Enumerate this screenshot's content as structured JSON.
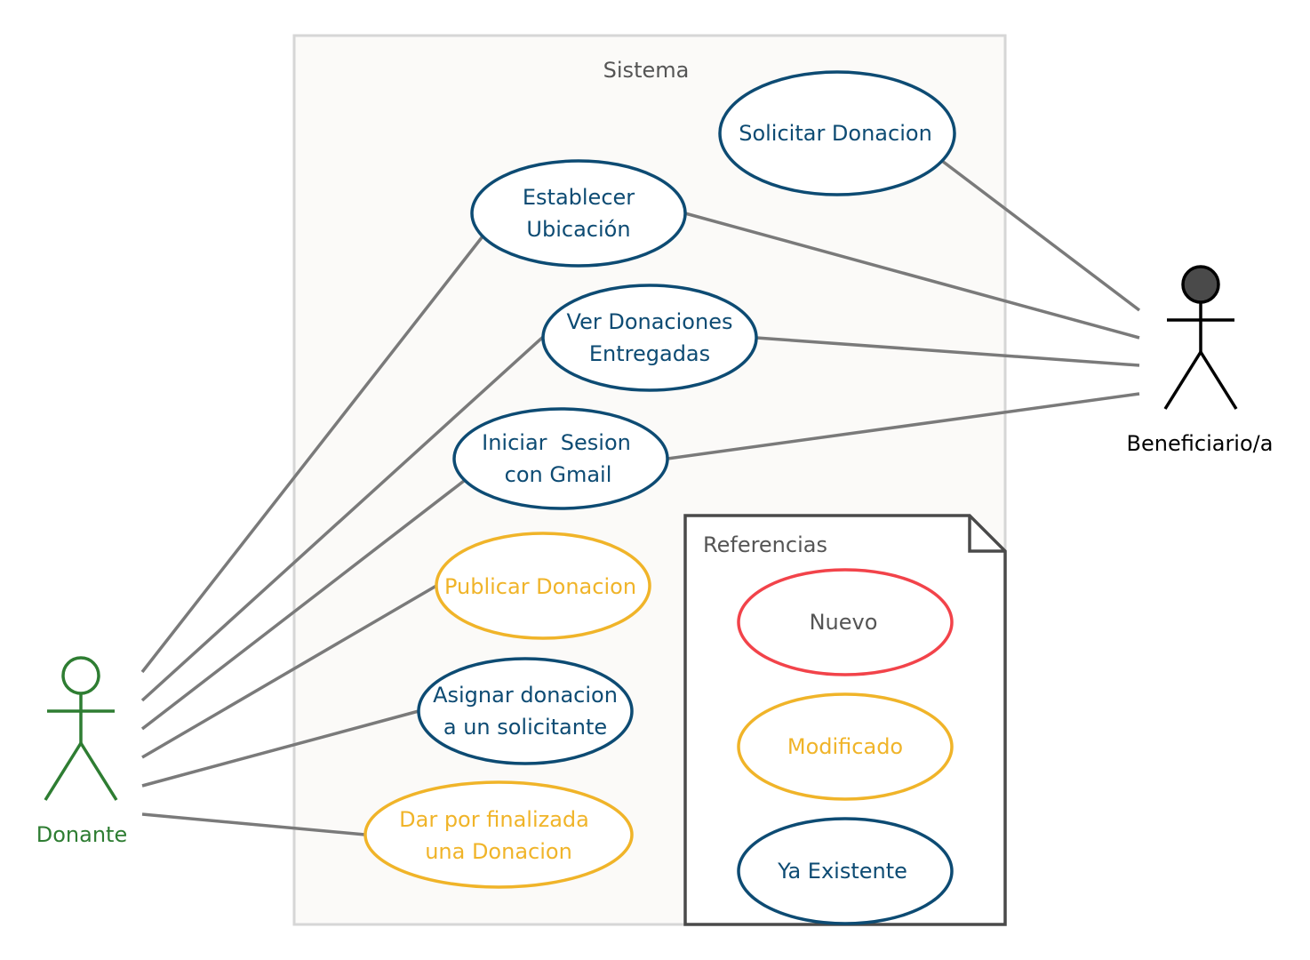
{
  "system": {
    "title": "Sistema"
  },
  "colors": {
    "existing": "#0d4b73",
    "modified": "#f0b429",
    "new": "#f2434a",
    "donante": "#2e7d32",
    "beneficiario": "#000000",
    "association": "#7a7a7a"
  },
  "actors": {
    "donante": {
      "label": "Donante",
      "icon": "stick-figure-icon"
    },
    "beneficiario": {
      "label": "Beneficiario/a",
      "icon": "stick-figure-icon"
    }
  },
  "use_cases": {
    "solicitar_donacion": {
      "lines": [
        "Solicitar Donacion"
      ],
      "status": "existing"
    },
    "establecer_ubicacion": {
      "lines": [
        "Establecer",
        "Ubicación"
      ],
      "status": "existing"
    },
    "ver_donaciones": {
      "lines": [
        "Ver Donaciones",
        "Entregadas"
      ],
      "status": "existing"
    },
    "iniciar_sesion": {
      "lines": [
        "Iniciar  Sesion",
        "con Gmail"
      ],
      "status": "existing"
    },
    "publicar_donacion": {
      "lines": [
        "Publicar Donacion"
      ],
      "status": "modified"
    },
    "asignar_donacion": {
      "lines": [
        "Asignar donacion",
        "a un solicitante"
      ],
      "status": "existing"
    },
    "dar_por_finalizada": {
      "lines": [
        "Dar por finalizada",
        "una Donacion"
      ],
      "status": "modified"
    }
  },
  "legend": {
    "title": "Referencias",
    "items": {
      "nuevo": {
        "label": "Nuevo",
        "status": "new"
      },
      "modificado": {
        "label": "Modificado",
        "status": "modified"
      },
      "existente": {
        "label": "Ya Existente",
        "status": "existing"
      }
    }
  }
}
